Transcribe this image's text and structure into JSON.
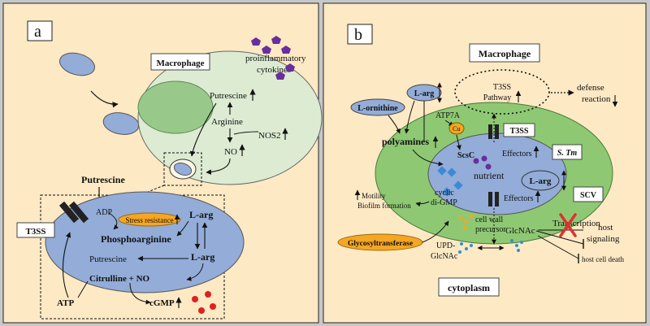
{
  "colors": {
    "background": "#c8c8c8",
    "cell": "#fde9c4",
    "macrophage": "#dcebd2",
    "nucleus": "#98c98a",
    "bacterium": "#93acd8",
    "scv": "#8ec873",
    "orange_label": "#f5a623",
    "cytokine": "#6a2d9e",
    "cgmp_dot": "#e02020",
    "cross": "#e03030"
  },
  "panel_a": {
    "label": "a",
    "macrophage": "Macrophage",
    "cytokines_line1": "proinflammatory",
    "cytokines_line2": "cytokines",
    "putrescine_mac": "Putrescine",
    "arginine": "Arginine",
    "nos2": "NOS2",
    "no_mac": "NO",
    "putrescine": "Putrescine",
    "t3ss": "T3SS",
    "adp": "ADP",
    "stress_resistance": "Stress resistance",
    "larg_top": "L-arg",
    "phosphoarginine": "Phosphoarginine",
    "putrescine_inner": "Putrescine",
    "larg_mid": "L-arg",
    "citrulline": "Citrulline + NO",
    "atp": "ATP",
    "cgmp": "cGMP"
  },
  "panel_b": {
    "label": "b",
    "macrophage": "Macrophage",
    "larg": "L-arg",
    "atp7a": "ATP7A",
    "t3ss_pathway_line1": "T3SS",
    "t3ss_pathway_line2": "Pathway",
    "defense_line1": "defense",
    "defense_line2": "reaction",
    "lornithine": "L-ornithine",
    "cu": "Cu",
    "t3ss": "T3SS",
    "polyamines": "polyamines",
    "scsc": "ScsC",
    "effectors_top": "Effectors",
    "stm": "S. Tm",
    "nutrient": "nutrient",
    "larg_inner": "L-arg",
    "cyclic_line1": "cyclic",
    "cyclic_line2": "di-GMP",
    "effectors_bottom": "Effectors",
    "scv": "SCV",
    "motility": "Motility",
    "biofilm": "Biofilm formation",
    "cellwall_line1": "cell wall",
    "cellwall_line2": "precursor",
    "glcnac": "GlcNAc",
    "transcription": "Transcription",
    "host_line1": "host",
    "host_line2": "signaling",
    "glycosyltransferase": "Glycosyltransferase",
    "updglcnac_line1": "UPD-",
    "updglcnac_line2": "GlcNAc",
    "host_death": "host cell death",
    "cytoplasm": "cytoplasm"
  }
}
